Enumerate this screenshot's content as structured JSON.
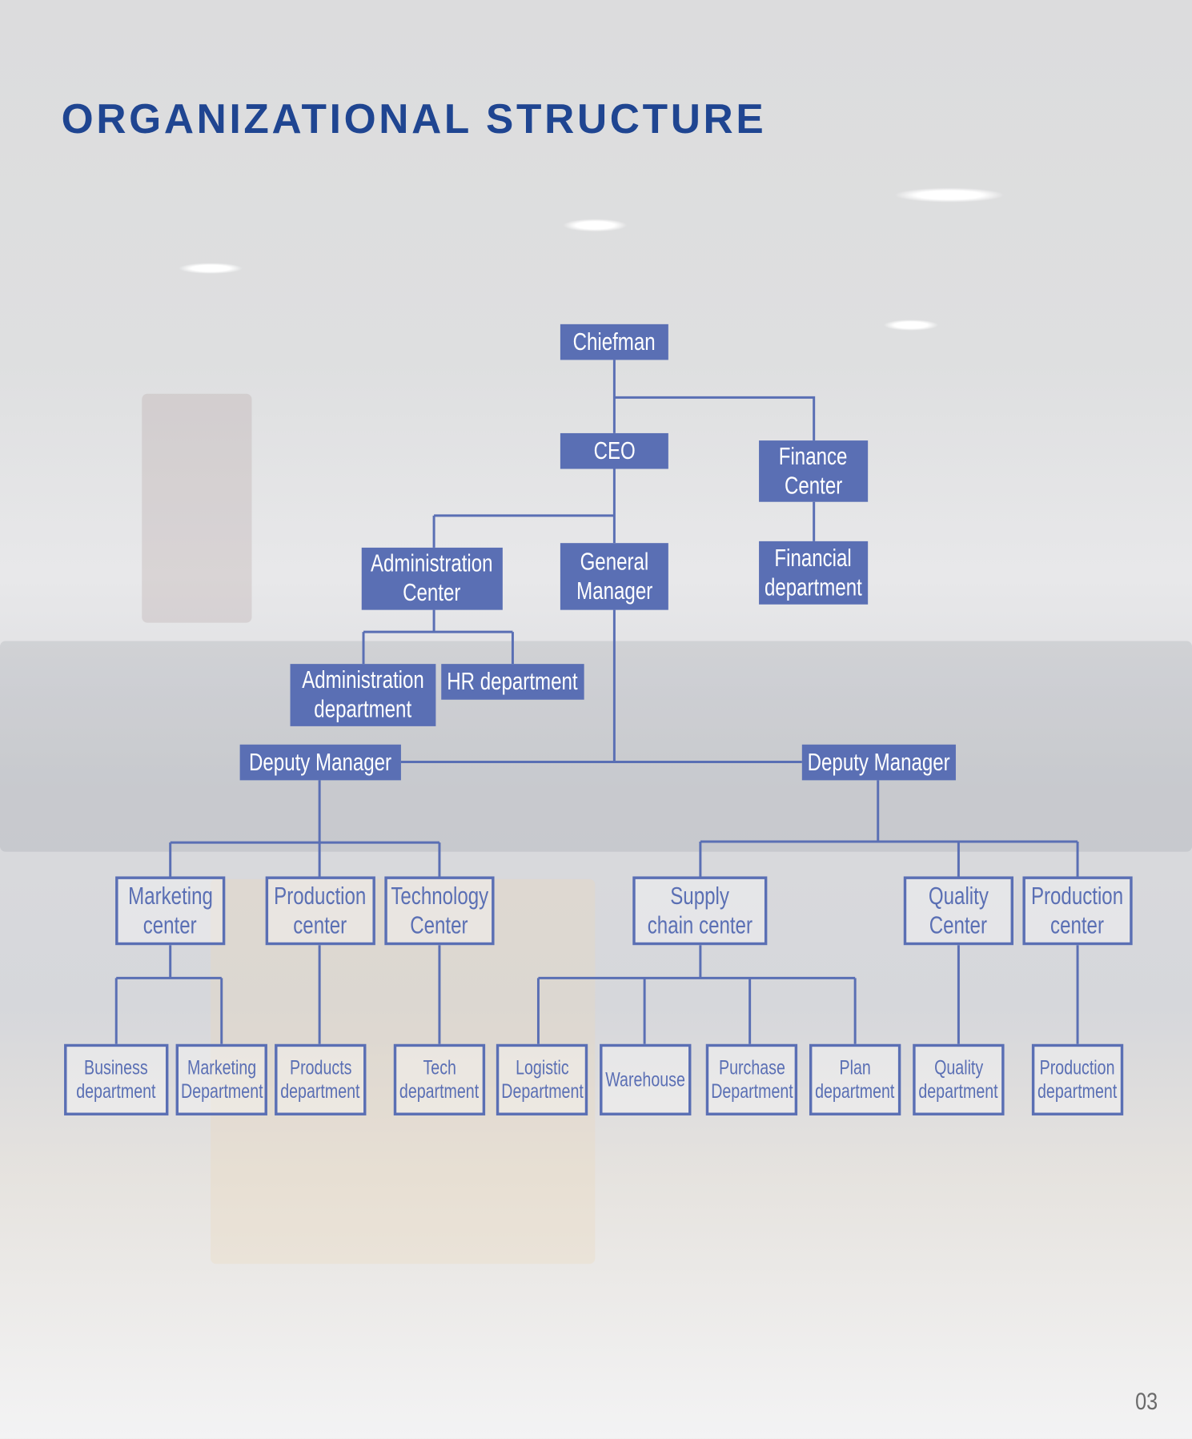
{
  "title": "ORGANIZATIONAL STRUCTURE",
  "page_number": "03",
  "colors": {
    "node": "#5a6fb4",
    "title": "#1f4591"
  },
  "nodes": {
    "chiefman": [
      "Chiefman"
    ],
    "ceo": [
      "CEO"
    ],
    "finance_center": [
      "Finance",
      "Center"
    ],
    "financial_department": [
      "Financial",
      "department"
    ],
    "administration_center": [
      "Administration",
      "Center"
    ],
    "general_manager": [
      "General",
      "Manager"
    ],
    "administration_department": [
      "Administration",
      "department"
    ],
    "hr_department": [
      "HR department"
    ],
    "deputy_manager_left": [
      "Deputy Manager"
    ],
    "deputy_manager_right": [
      "Deputy Manager"
    ],
    "marketing_center": [
      "Marketing",
      "center"
    ],
    "production_center_left": [
      "Production",
      "center"
    ],
    "technology_center": [
      "Technology",
      "Center"
    ],
    "supply_chain_center": [
      "Supply",
      "chain center"
    ],
    "quality_center": [
      "Quality",
      "Center"
    ],
    "production_center_right": [
      "Production",
      "center"
    ],
    "business_department": [
      "Business",
      "department"
    ],
    "marketing_department": [
      "Marketing",
      "Department"
    ],
    "products_department": [
      "Products",
      "department"
    ],
    "tech_department": [
      "Tech",
      "department"
    ],
    "logistic_department": [
      "Logistic",
      "Department"
    ],
    "warehouse": [
      "Warehouse"
    ],
    "purchase_department": [
      "Purchase",
      "Department"
    ],
    "plan_department": [
      "Plan",
      "department"
    ],
    "quality_department": [
      "Quality",
      "department"
    ],
    "production_department": [
      "Production",
      "department"
    ]
  }
}
